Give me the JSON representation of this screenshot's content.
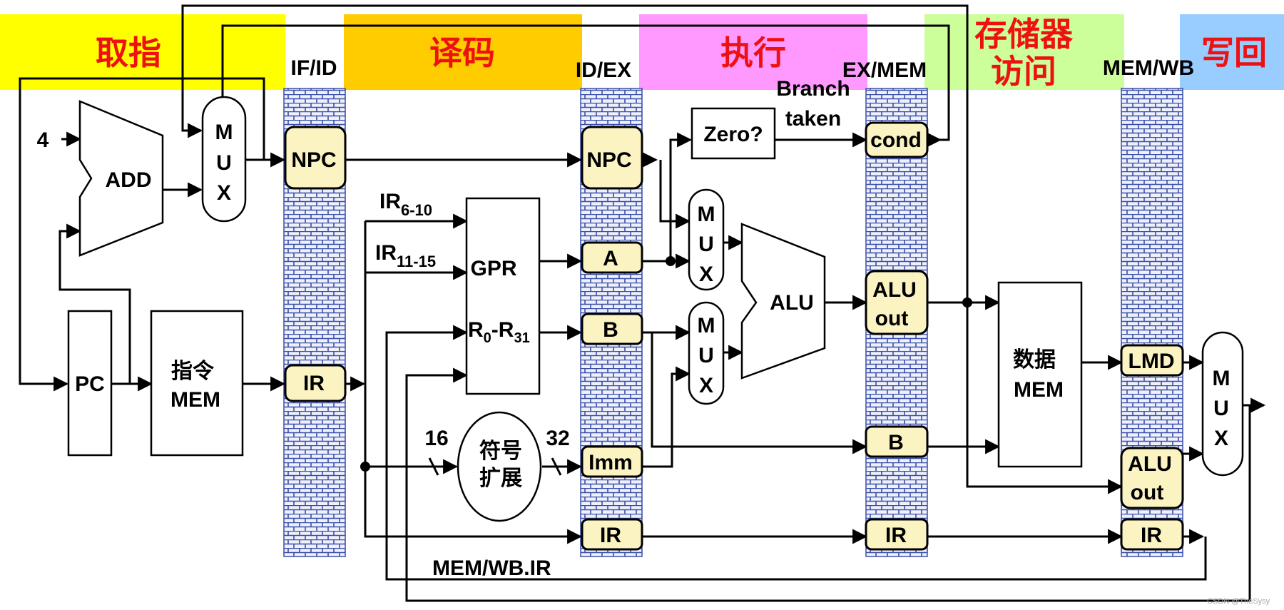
{
  "stages": {
    "fetch": "取指",
    "decode": "译码",
    "execute": "执行",
    "mem_line1": "存储器",
    "mem_line2": "访问",
    "writeback": "写回"
  },
  "colors": {
    "fetch": "#ffff00",
    "decode": "#ffcc00",
    "execute": "#ff99ff",
    "mem": "#ccff99",
    "writeback": "#99ccff",
    "stage_text": "#ee1111",
    "latch_fill": "#fbf3c2",
    "pipe_reg": "#3a4fa8"
  },
  "pipeline_registers": {
    "if_id": "IF/ID",
    "id_ex": "ID/EX",
    "ex_mem": "EX/MEM",
    "mem_wb": "MEM/WB"
  },
  "fetch": {
    "const_four": "4",
    "add": "ADD",
    "mux": [
      "M",
      "U",
      "X"
    ],
    "pc": "PC",
    "imem_line1": "指令",
    "imem_line2": "MEM"
  },
  "if_id_latches": {
    "npc": "NPC",
    "ir": "IR"
  },
  "decode": {
    "ir_a_base": "IR",
    "ir_a_sub": "6-10",
    "ir_b_base": "IR",
    "ir_b_sub": "11-15",
    "gpr": "GPR",
    "gpr_range_a": "R",
    "gpr_range_a_sub": "0",
    "gpr_range_dash": "-R",
    "gpr_range_b_sub": "31",
    "width_in": "16",
    "width_out": "32",
    "sign_ext_line1": "符号",
    "sign_ext_line2": "扩展"
  },
  "id_ex_latches": {
    "npc": "NPC",
    "a": "A",
    "b": "B",
    "imm": "Imm",
    "ir": "IR"
  },
  "execute": {
    "zero": "Zero?",
    "branch_line1": "Branch",
    "branch_line2": "taken",
    "mux_top": [
      "M",
      "U",
      "X"
    ],
    "mux_bottom": [
      "M",
      "U",
      "X"
    ],
    "alu": "ALU"
  },
  "ex_mem_latches": {
    "cond": "cond",
    "aluout_line1": "ALU",
    "aluout_line2": "out",
    "b": "B",
    "ir": "IR"
  },
  "memory": {
    "dmem_line1": "数据",
    "dmem_line2": "MEM"
  },
  "mem_wb_latches": {
    "lmd": "LMD",
    "aluout_line1": "ALU",
    "aluout_line2": "out",
    "ir": "IR"
  },
  "writeback": {
    "mux": [
      "M",
      "U",
      "X"
    ]
  },
  "feedback_label": "MEM/WB.IR",
  "watermark": "CSDN @TheSysy"
}
